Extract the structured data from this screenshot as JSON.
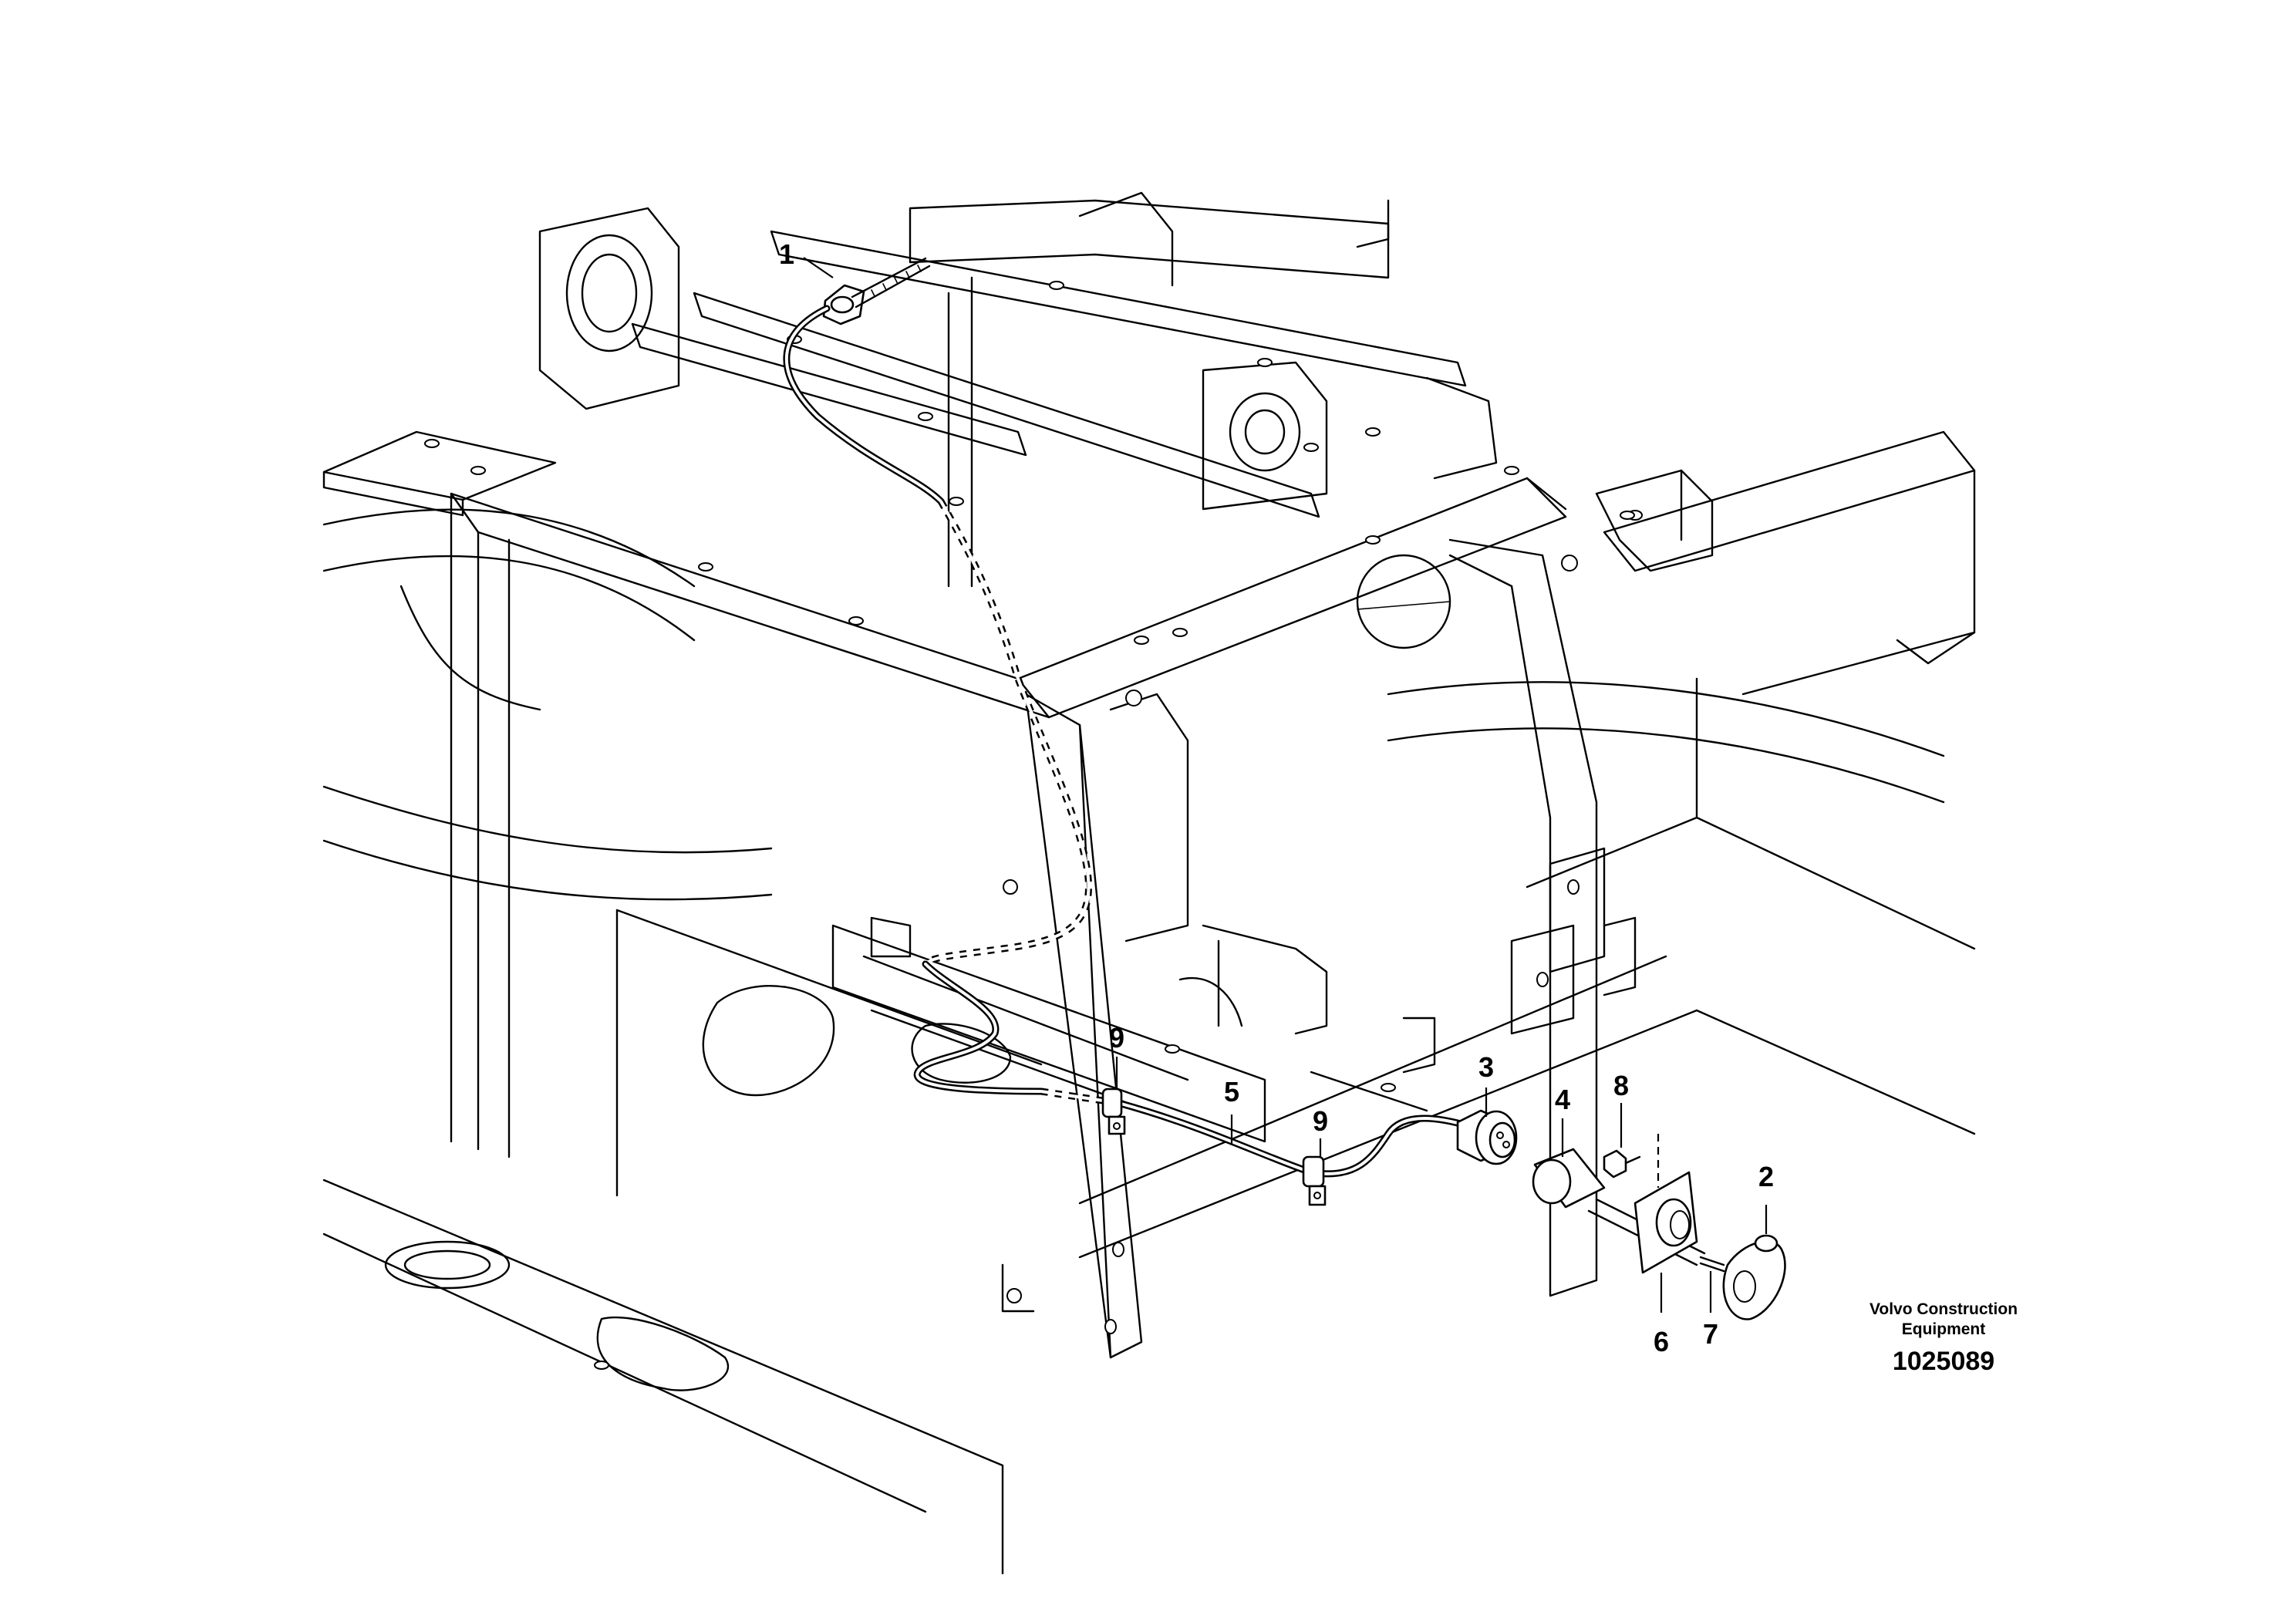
{
  "callouts": [
    {
      "id": "1",
      "label": "1"
    },
    {
      "id": "2",
      "label": "2"
    },
    {
      "id": "3",
      "label": "3"
    },
    {
      "id": "4",
      "label": "4"
    },
    {
      "id": "5",
      "label": "5"
    },
    {
      "id": "6",
      "label": "6"
    },
    {
      "id": "7",
      "label": "7"
    },
    {
      "id": "8",
      "label": "8"
    },
    {
      "id": "9a",
      "label": "9"
    },
    {
      "id": "9b",
      "label": "9"
    }
  ],
  "brand": {
    "line1": "Volvo Construction",
    "line2": "Equipment"
  },
  "drawing_number": "1025089"
}
